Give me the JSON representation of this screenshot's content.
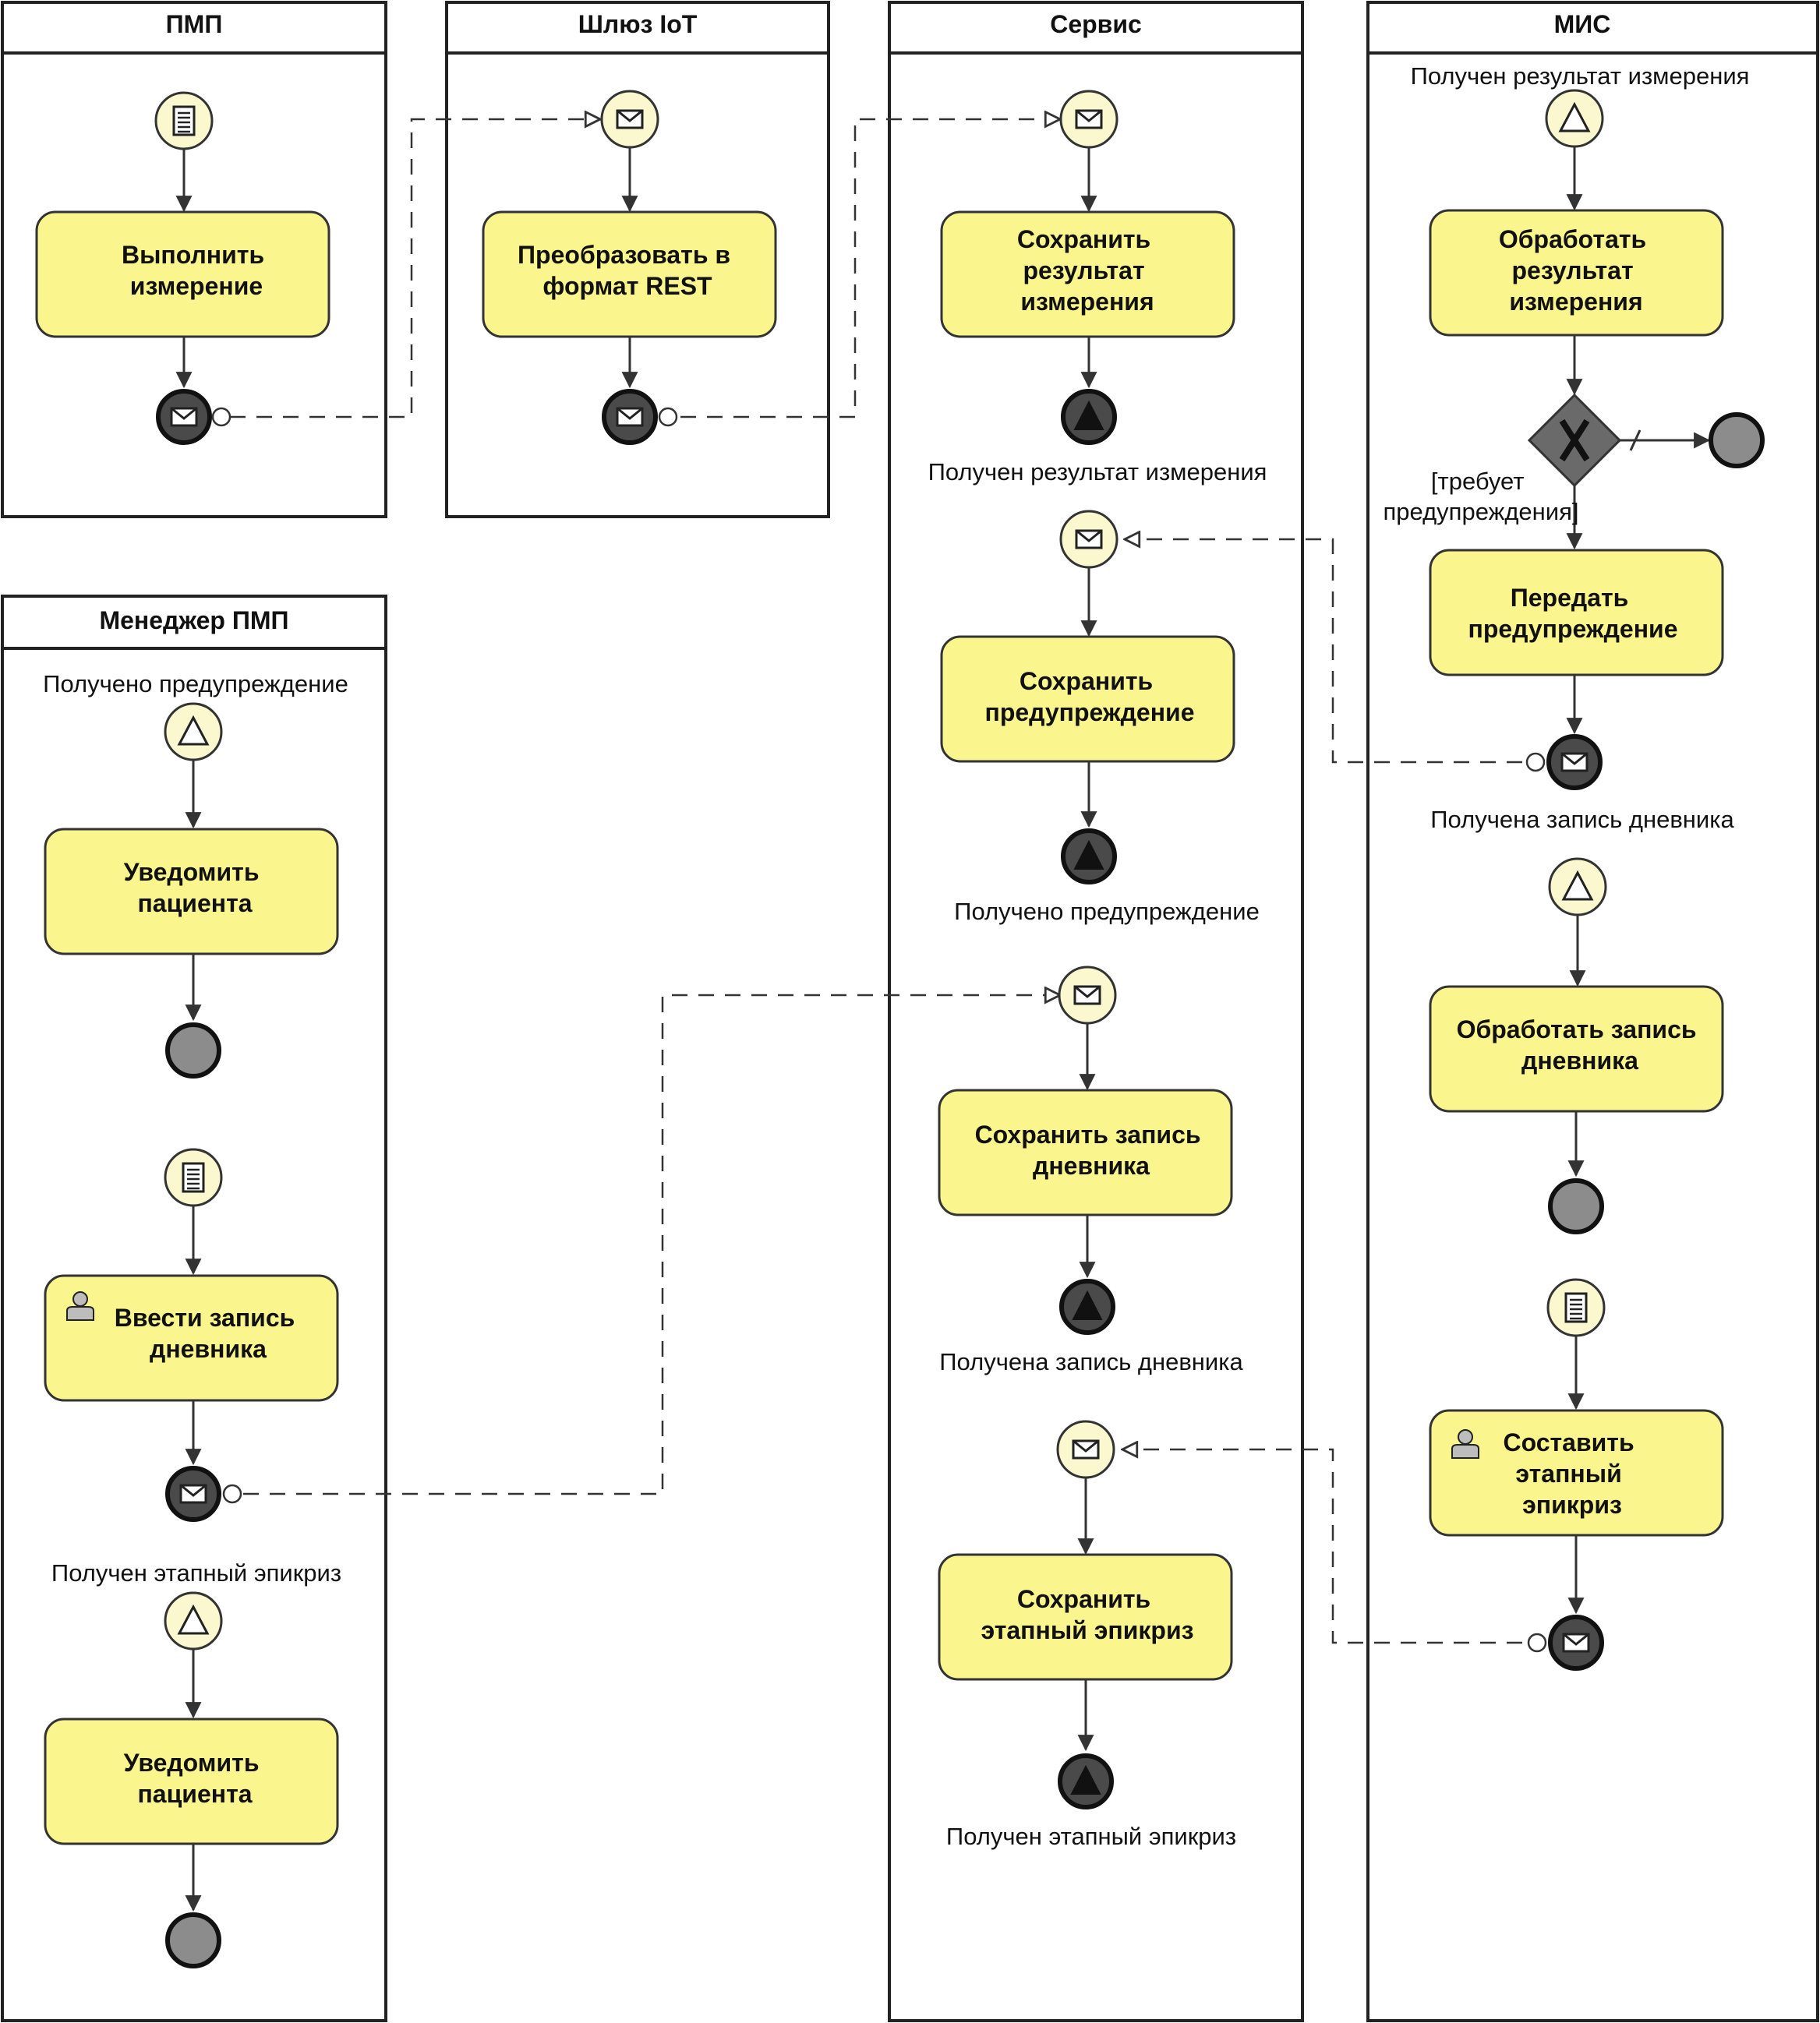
{
  "pools": {
    "pmp": "ПМП",
    "iot": "Шлюз IoT",
    "service": "Сервис",
    "mis": "МИС",
    "manager": "Менеджер ПМП"
  },
  "tasks": {
    "perform_measurement": [
      "Выполнить",
      "измерение"
    ],
    "convert_rest": [
      "Преобразовать в",
      "формат REST"
    ],
    "save_result": [
      "Сохранить",
      "результат",
      "измерения"
    ],
    "save_warning": [
      "Сохранить",
      "предупреждение"
    ],
    "save_diary": [
      "Сохранить запись",
      "дневника"
    ],
    "save_epicrisis": [
      "Сохранить",
      "этапный эпикриз"
    ],
    "process_result": [
      "Обработать",
      "результат",
      "измерения"
    ],
    "send_warning": [
      "Передать",
      "предупреждение"
    ],
    "process_diary": [
      "Обработать запись",
      "дневника"
    ],
    "compose_epicrisis": [
      "Составить",
      "этапный",
      "эпикриз"
    ],
    "notify_patient_1": [
      "Уведомить",
      "пациента"
    ],
    "enter_diary": [
      "Ввести запись",
      "дневника"
    ],
    "notify_patient_2": [
      "Уведомить",
      "пациента"
    ]
  },
  "labels": {
    "mis_result_received": "Получен результат измерения",
    "svc_result_received": "Получен результат измерения",
    "svc_warning_received": "Получено предупреждение",
    "svc_diary_received": "Получена запись дневника",
    "svc_epicrisis_received": "Получен этапный эпикриз",
    "mis_diary_received": "Получена запись дневника",
    "mgr_warning_received": "Получено предупреждение",
    "mgr_epicrisis_received": "Получен этапный эпикриз",
    "gateway_condition": [
      "[требует",
      "предупреждения]"
    ]
  },
  "icons": {
    "timer_document": "document-icon",
    "message": "envelope-icon",
    "signal": "triangle-icon",
    "user": "user-icon",
    "gateway": "exclusive-gateway-x-icon"
  },
  "colors": {
    "task_fill": "#faf58c",
    "start_event_fill": "#fbf8cf",
    "end_event_fill": "#8c8c8c",
    "gateway_fill": "#6a6a6a"
  }
}
